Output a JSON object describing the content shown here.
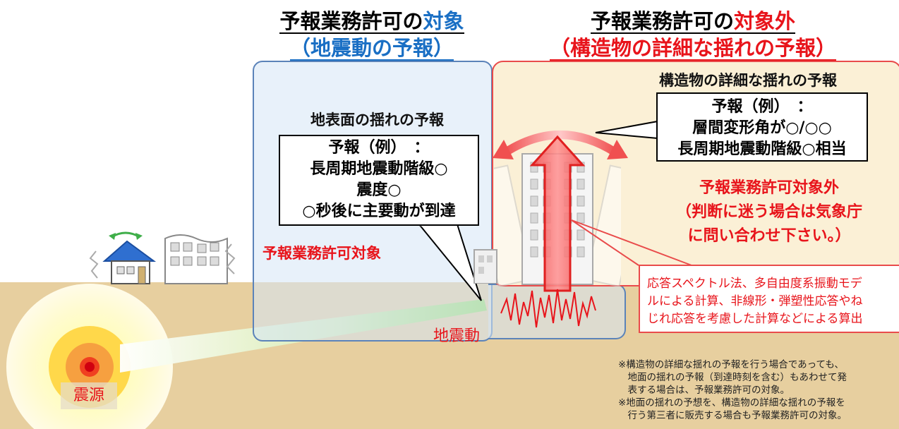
{
  "titles": {
    "target": {
      "line1_prefix": "予報業務許可の",
      "line1_highlight": "対象",
      "line2": "（地震動の予報）",
      "highlight_color": "#1a6fc4"
    },
    "non_target": {
      "line1_prefix": "予報業務許可の",
      "line1_highlight": "対象外",
      "line2": "（構造物の詳細な揺れの予報）",
      "highlight_color": "#e8141b"
    }
  },
  "left_panel": {
    "label": "地表面の揺れの予報",
    "forecast_box": [
      "予報（例）　：",
      "長周期地震動階級○",
      "震度○",
      "○秒後に主要動が到達"
    ],
    "permission_label": "予報業務許可対象"
  },
  "right_panel": {
    "label": "構造物の詳細な揺れの予報",
    "forecast_box": [
      "予報（例）　：",
      "層間変形角が○/○○",
      "長周期地震動階級○相当"
    ],
    "non_permission": [
      "予報業務許可対象外",
      "（判断に迷う場合は気象庁",
      "に問い合わせ下さい。）"
    ]
  },
  "method_box": [
    "応答スペクトル法、多自由度系振動モデ",
    "ルによる計算、非線形・弾塑性応答やね",
    "じれ応答を考慮した計算などによる算出"
  ],
  "ground_motion_label": "地震動",
  "epicenter_label": "震源",
  "footnotes": [
    "※構造物の詳細な揺れの予報を行う場合であっても、",
    "　地面の揺れの予報（到達時刻を含む）もあわせて発",
    "　表する場合は、予報業務許可の対象。",
    "※地面の揺れの予想を、構造物の詳細な揺れの予報を",
    "　行う第三者に販売する場合も予報業務許可の対象。"
  ],
  "icons": [
    "house-icon",
    "wavy-building-icon",
    "tall-building-icon",
    "small-building-icon",
    "seismic-wave-icon",
    "up-arrow-icon",
    "sway-arrow-icon"
  ]
}
